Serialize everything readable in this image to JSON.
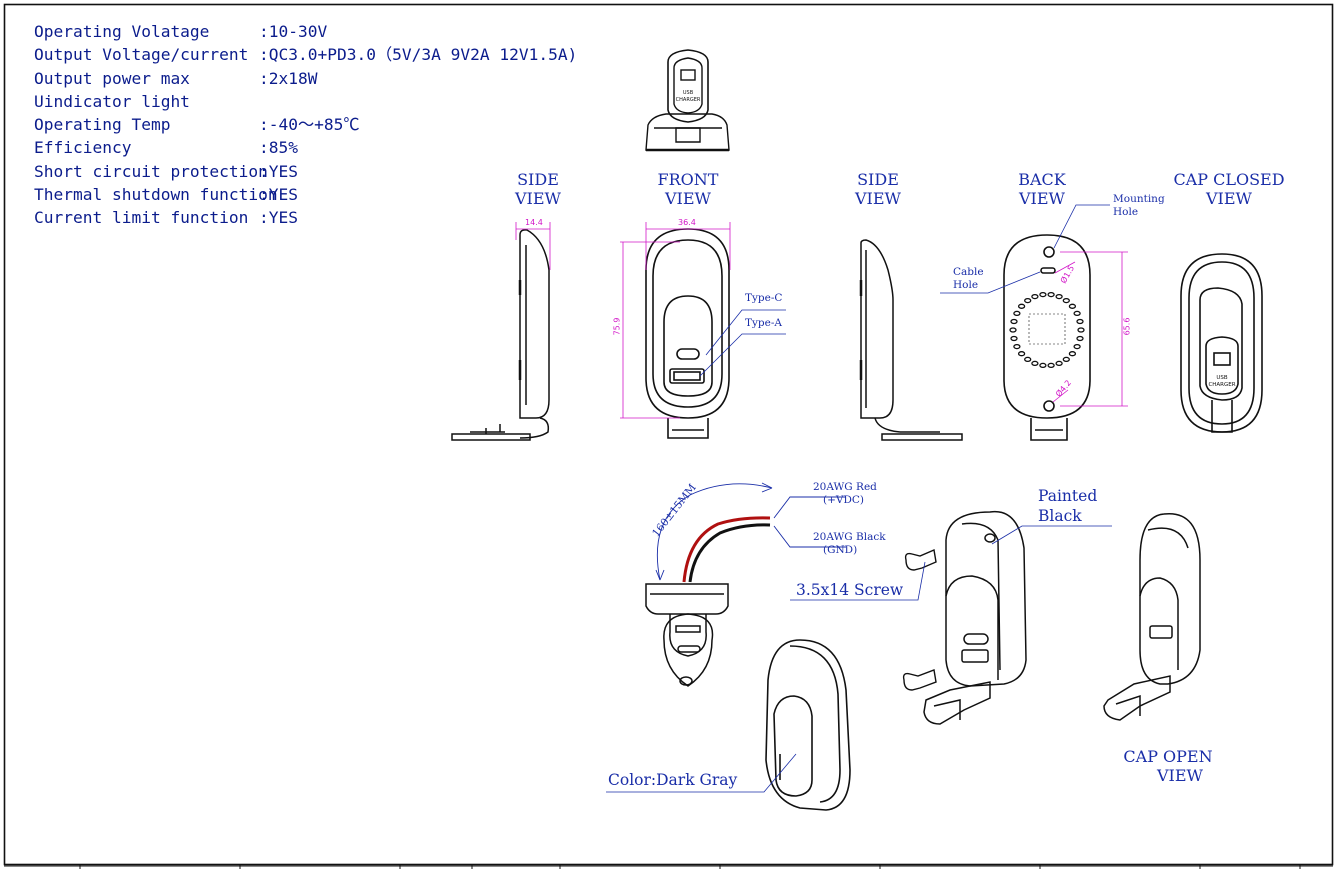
{
  "specs": [
    {
      "key": "Operating Volatage",
      "value": ":10-30V"
    },
    {
      "key": "Output Voltage/current",
      "value": ":QC3.0+PD3.0（5V/3A 9V2A 12V1.5A)"
    },
    {
      "key": "Output power max",
      "value": ":2x18W"
    },
    {
      "key": "Uindicator light",
      "value": ""
    },
    {
      "key": "Operating Temp",
      "value": ":-40～+85℃"
    },
    {
      "key": "Efficiency",
      "value": ":85%"
    },
    {
      "key": "Short circuit protection",
      "value": ":YES"
    },
    {
      "key": "Thermal shutdown function",
      "value": ":YES"
    },
    {
      "key": "Current limit function",
      "value": ":YES"
    }
  ],
  "views": {
    "side_left": [
      "SIDE",
      "VIEW"
    ],
    "front": [
      "FRONT",
      "VIEW"
    ],
    "side_right": [
      "SIDE",
      "VIEW"
    ],
    "back": [
      "BACK",
      "VIEW"
    ],
    "cap_closed": [
      "CAP CLOSED",
      "VIEW"
    ],
    "cap_open": [
      "CAP OPEN",
      "VIEW"
    ]
  },
  "callouts": {
    "type_c": "Type-C",
    "type_a": "Type-A",
    "mounting_hole": [
      "Mounting",
      "Hole"
    ],
    "cable_hole": [
      "Cable",
      "Hole"
    ],
    "wire_red": [
      "20AWG Red",
      "(+VDC)"
    ],
    "wire_black": [
      "20AWG Black",
      "(GND)"
    ],
    "cable_length": "160±15MM",
    "painted": [
      "Painted",
      "Black"
    ],
    "screw": "3.5x14 Screw",
    "color": "Color:Dark Gray"
  },
  "dimensions": {
    "side_width": "14.4",
    "front_width": "36.4",
    "front_height": "75.9",
    "back_height": "65.6",
    "cable_hole_dia": "Ø1.5",
    "mount_hole_dia": "Ø4.2"
  },
  "product_text": [
    "USB",
    "CHARGER"
  ],
  "colors": {
    "text_blue": "#1a2ea8",
    "dimension_magenta": "#d216c8",
    "wire_red": "#b01010",
    "line_black": "#111111"
  }
}
